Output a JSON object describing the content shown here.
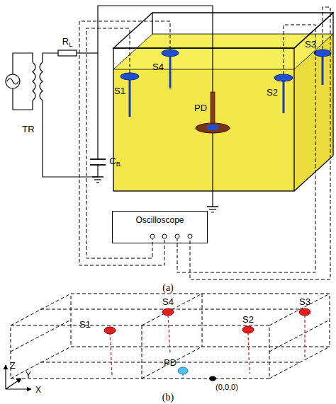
{
  "diagram": {
    "nodes": [
      {
        "text": [
          "Oscilloscope"
        ]
      }
    ],
    "labels": [
      "RL",
      "TR",
      "CB",
      "S1",
      "S4",
      "PD",
      "S3",
      "S2",
      "(a)",
      "S1",
      "S4",
      "S2",
      "S3",
      "PD",
      "(0,0,0)",
      "Z",
      "Y",
      "X",
      "(b)"
    ]
  }
}
